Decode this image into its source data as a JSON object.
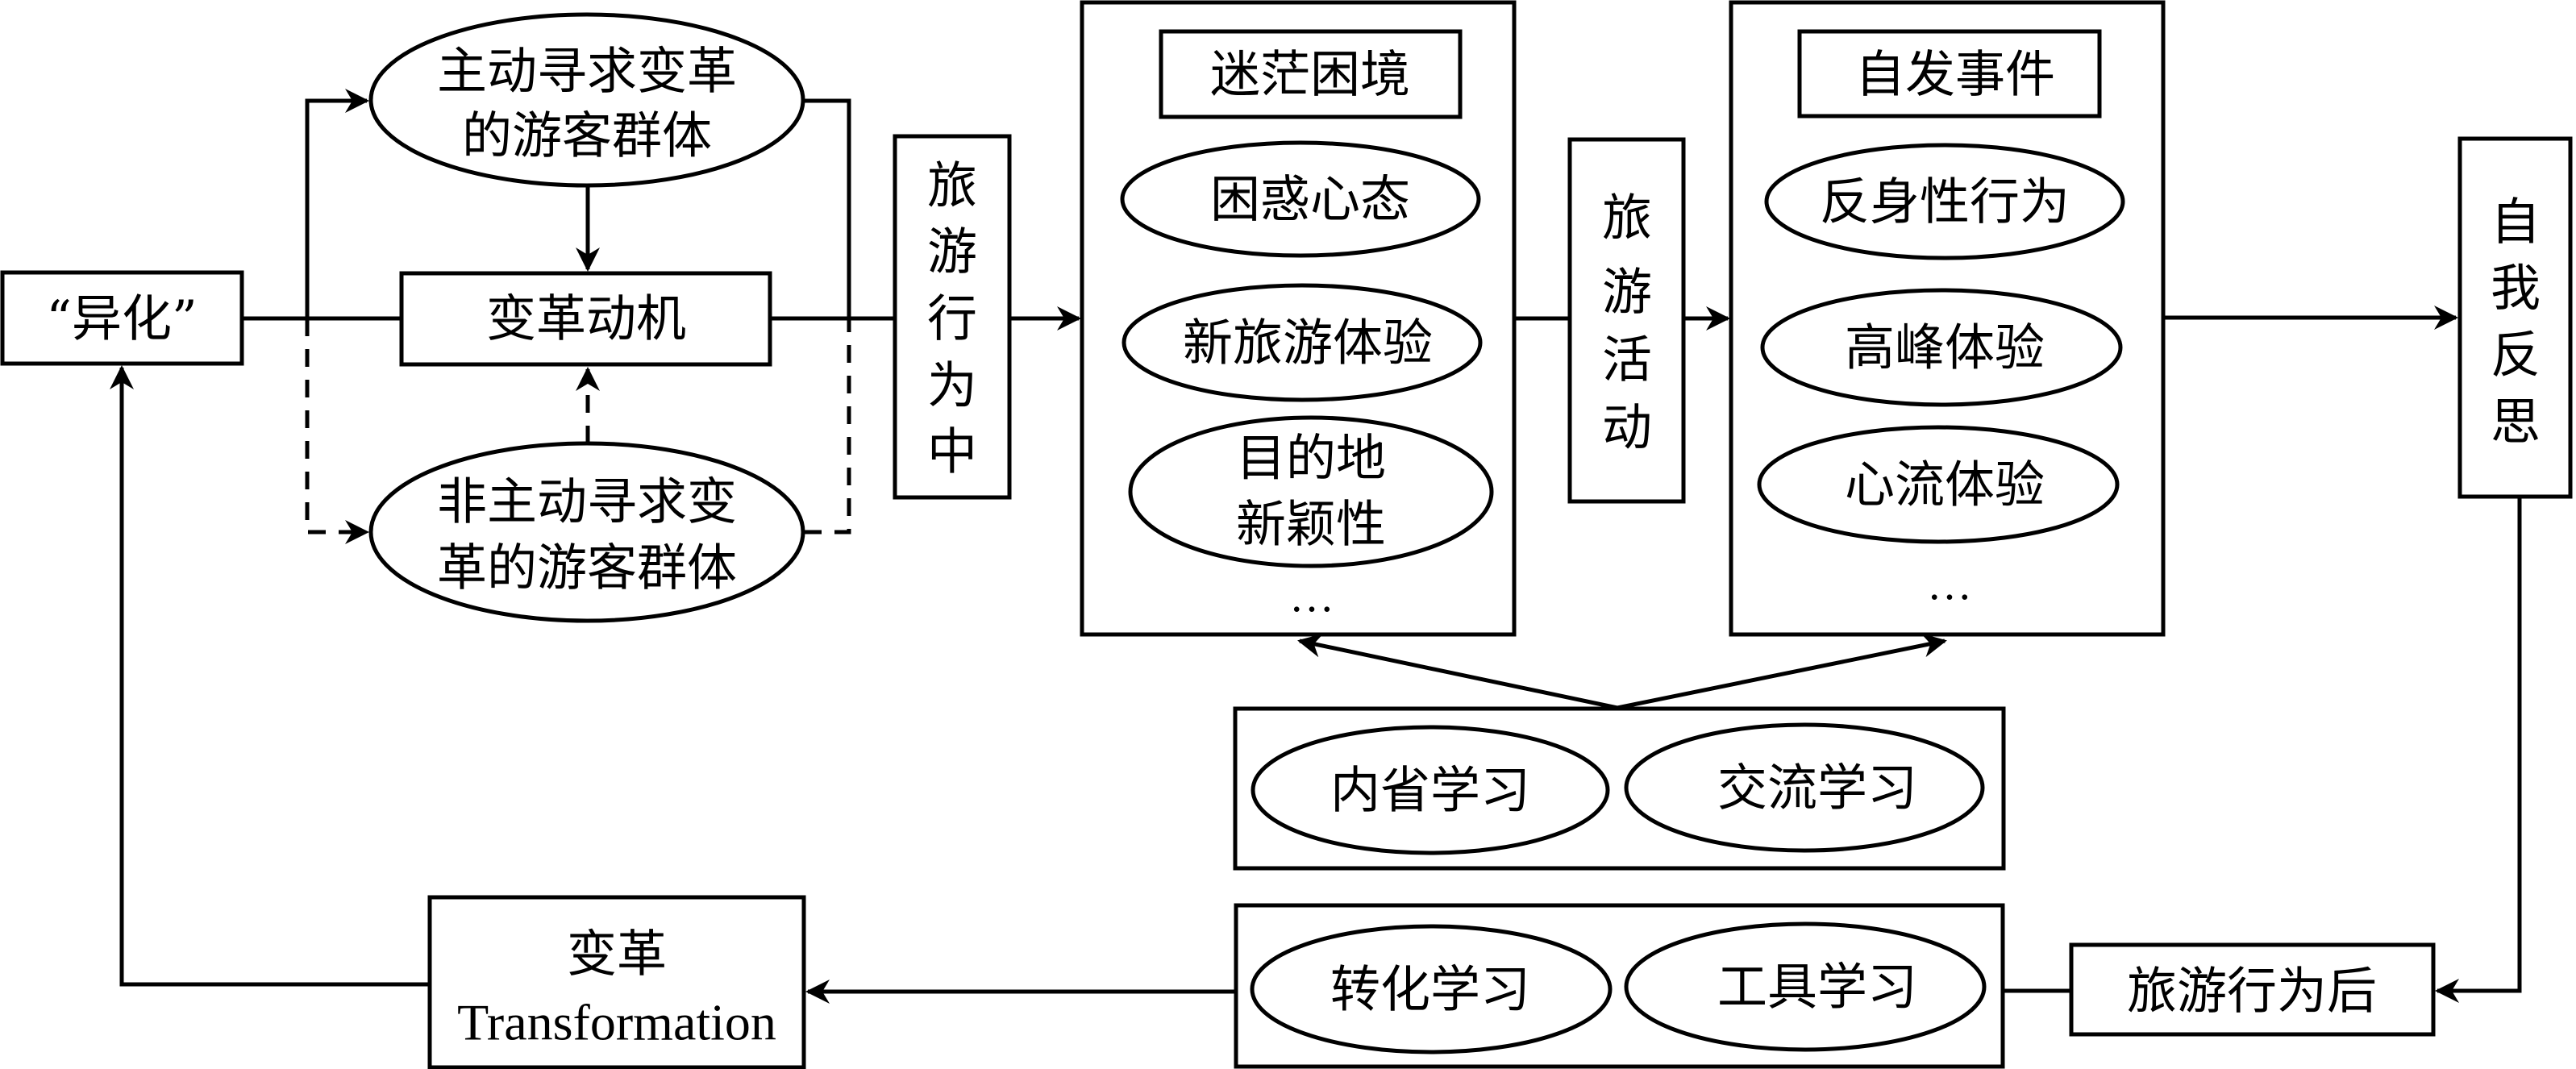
{
  "diagram": {
    "alienation": "“异化”",
    "motivation": "变革动机",
    "active_group": [
      "主动寻求变革",
      "的游客群体"
    ],
    "passive_group": [
      "非主动寻求变",
      "革的游客群体"
    ],
    "during_travel": [
      "旅",
      "游",
      "行",
      "为",
      "中"
    ],
    "dilemma": {
      "title": "迷茫困境",
      "items": [
        [
          "困惑心态"
        ],
        [
          "新旅游体验"
        ],
        [
          "目的地",
          "新颖性"
        ]
      ],
      "more": "…"
    },
    "travel_activity": [
      "旅",
      "游",
      "活",
      "动"
    ],
    "spontaneous": {
      "title": "自发事件",
      "items": [
        "反身性行为",
        "高峰体验",
        "心流体验"
      ],
      "more": "…"
    },
    "self_reflection": [
      "自",
      "我",
      "反",
      "思"
    ],
    "learning_during": [
      "内省学习",
      "交流学习"
    ],
    "learning_after": [
      "转化学习",
      "工具学习"
    ],
    "after_travel": "旅游行为后",
    "transformation": [
      "变革",
      "Transformation"
    ]
  }
}
